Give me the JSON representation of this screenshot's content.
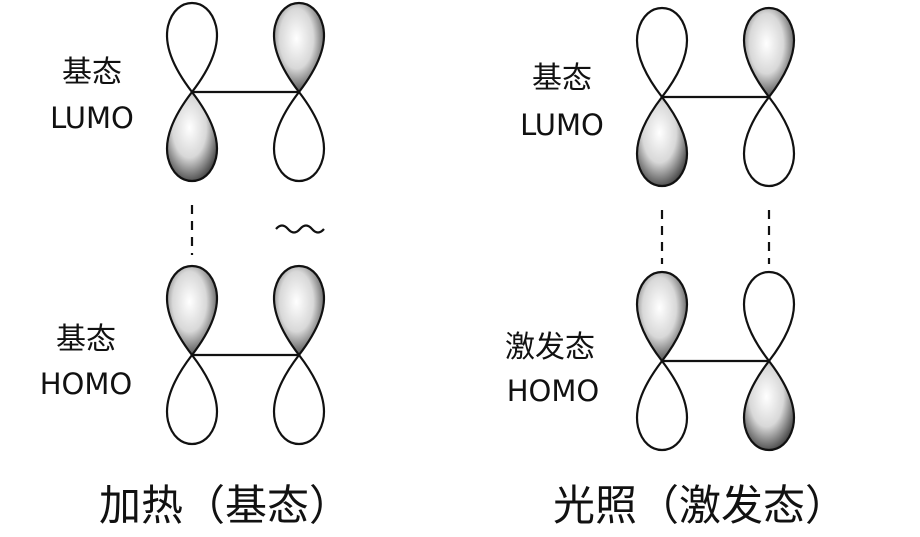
{
  "left_panel": {
    "lumo_label": {
      "line1": "基态",
      "line2": "LUMO"
    },
    "homo_label": {
      "line1": "基态",
      "line2": "HOMO"
    },
    "caption": "加热（基态）"
  },
  "right_panel": {
    "lumo_label": {
      "line1": "基态",
      "line2": "LUMO"
    },
    "homo_label": {
      "line1": "激发态",
      "line2": "HOMO"
    },
    "caption": "光照（激发态）"
  },
  "colors": {
    "ink": "#111111",
    "lobe_fill": "#ffffff",
    "lobe_shade": "#000000"
  }
}
